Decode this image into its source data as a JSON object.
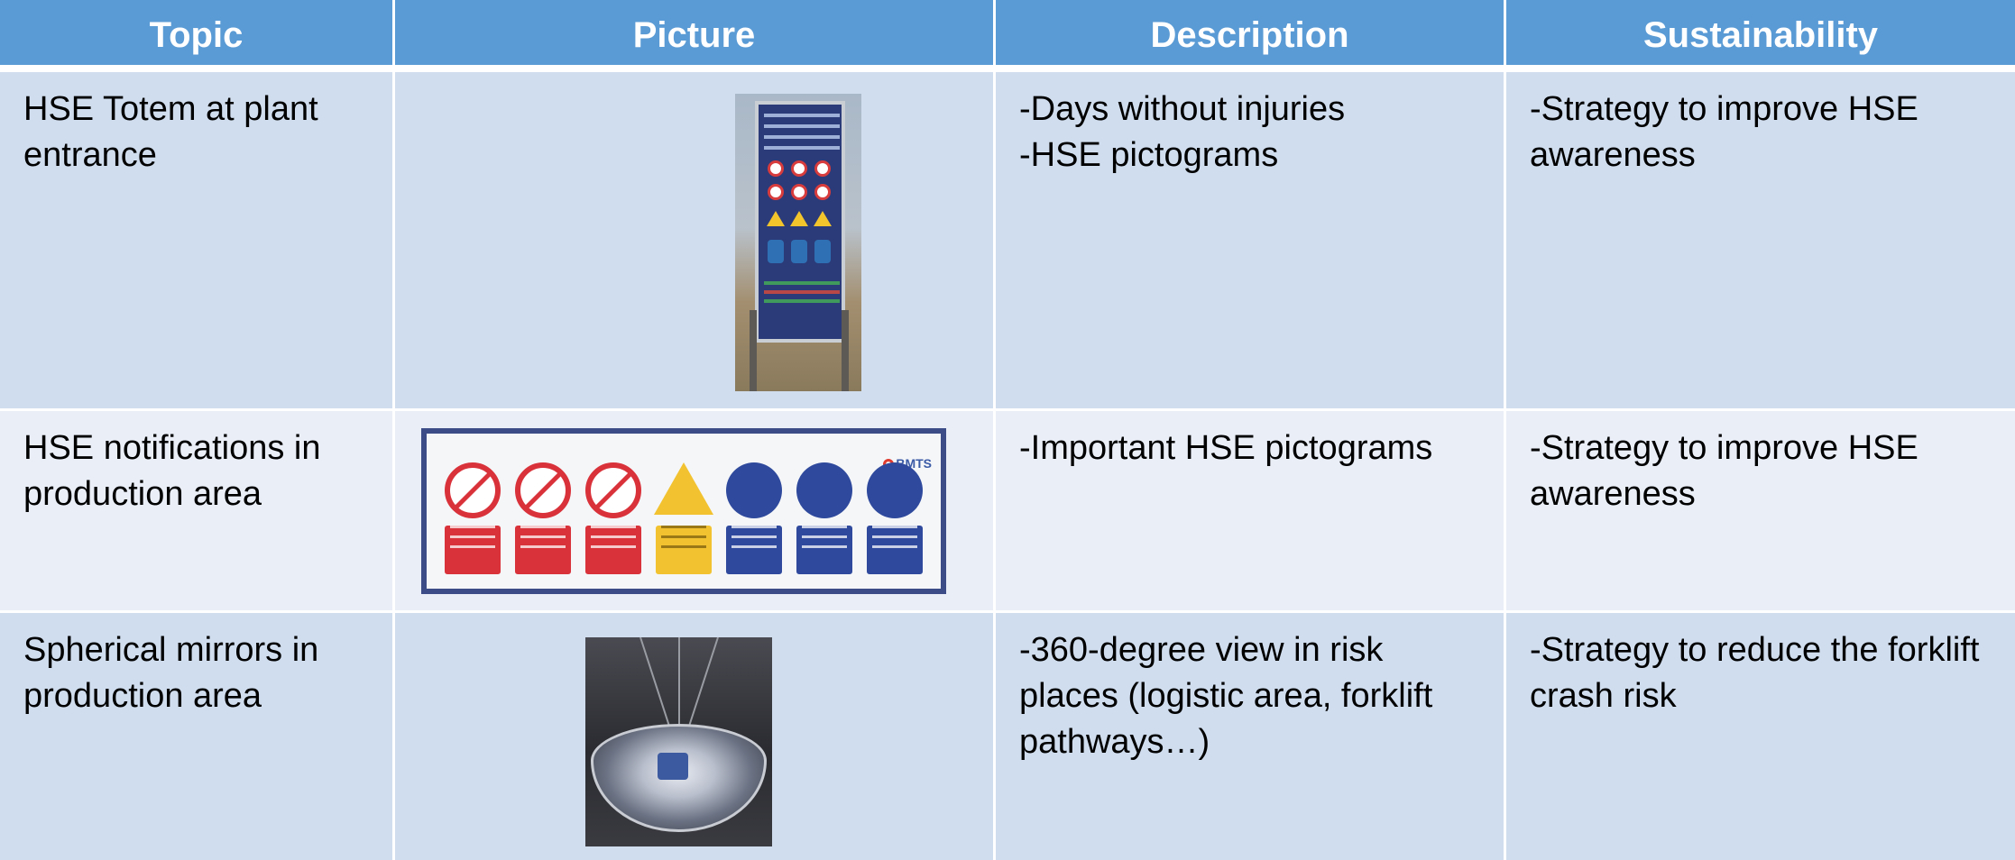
{
  "headers": [
    "Topic",
    "Picture",
    "Description",
    "Sustainability"
  ],
  "rows": [
    {
      "topic": [
        "HSE Totem at plant",
        "entrance"
      ],
      "picture": "hse-totem-photo",
      "description": [
        "-Days without injuries",
        "-HSE pictograms"
      ],
      "sustainability": [
        "-Strategy to improve HSE",
        "awareness"
      ]
    },
    {
      "topic": [
        "HSE notifications in",
        "production area"
      ],
      "picture": "hse-notification-banner-photo",
      "description": [
        "-Important HSE pictograms"
      ],
      "sustainability": [
        "-Strategy to improve HSE",
        "awareness"
      ]
    },
    {
      "topic": [
        "Spherical mirrors in",
        "production area"
      ],
      "picture": "spherical-mirror-photo",
      "description": [
        "-360-degree view in risk",
        "places (logistic area, forklift",
        "pathways…)"
      ],
      "sustainability": [
        "-Strategy to reduce the forklift",
        "crash risk"
      ]
    }
  ],
  "colors": {
    "header": "#5b9bd5",
    "row_dark": "#d0ddee",
    "row_light": "#e9eef7"
  }
}
